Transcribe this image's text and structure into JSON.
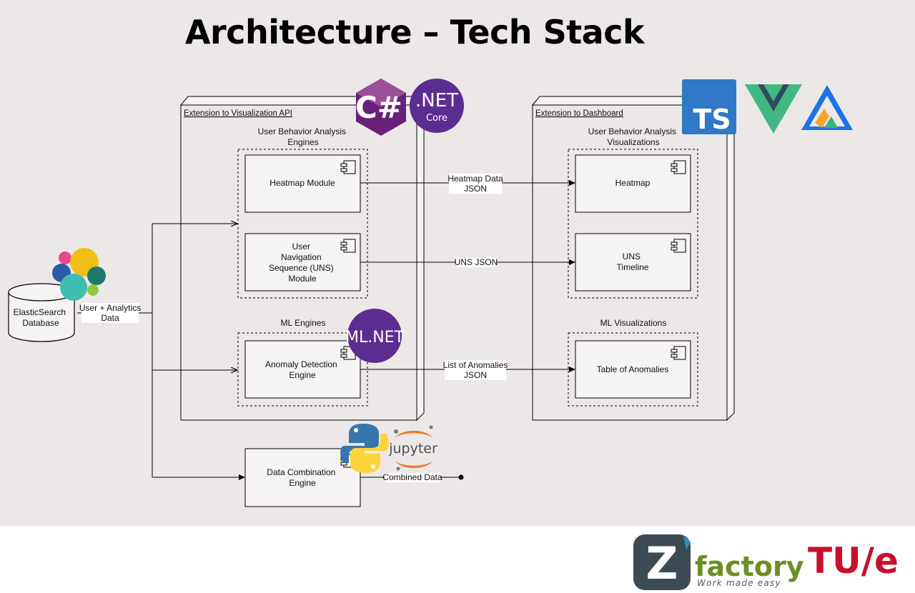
{
  "title": "Architecture – Tech Stack",
  "diagram": {
    "frames": {
      "api": "Extension to Visualization API",
      "dashboard": "Extension to Dashboard"
    },
    "groups": {
      "uba_engines": [
        "User Behavior Analysis",
        "Engines"
      ],
      "ml_engines": "ML Engines",
      "uba_visualizations": [
        "User Behavior Analysis",
        "Visualizations"
      ],
      "ml_visualizations": "ML Visualizations"
    },
    "modules": {
      "heatmap_module": [
        "Heatmap Module"
      ],
      "uns_module": [
        "User",
        "Navigation",
        "Sequence (UNS)",
        "Module"
      ],
      "anomaly_engine": [
        "Anomaly Detection",
        "Engine"
      ],
      "data_combination": [
        "Data Combination",
        "Engine"
      ],
      "heatmap": [
        "Heatmap"
      ],
      "uns_timeline": [
        "UNS",
        "Timeline"
      ],
      "table_of_anomalies": [
        "Table of Anomalies"
      ]
    },
    "database": [
      "ElasticSearch",
      "Database"
    ],
    "edges": {
      "db_output": [
        "User + Analytics",
        "Data"
      ],
      "heatmap_data": [
        "Heatmap Data",
        "JSON"
      ],
      "uns_json": [
        "UNS JSON"
      ],
      "anomalies": [
        "List of Anomalies",
        "JSON"
      ],
      "combined": [
        "Combined Data"
      ]
    }
  },
  "logos": {
    "csharp": "C#",
    "dotnet": [
      ".NET",
      "Core"
    ],
    "typescript": "TS",
    "mlnet": "ML.NET",
    "jupyter": "jupyter",
    "zfactory": [
      "factory",
      "Work made easy"
    ],
    "tue": "TU/e",
    "zfactory_mark": "Z"
  },
  "colors": {
    "slide_bg": "#ede8e8",
    "dotnet_purple": "#5c2d91",
    "ts_blue": "#3178c6",
    "vue_green": "#41b883",
    "vue_dark": "#34495e",
    "jupyter_orange": "#f37726",
    "zfactory_green": "#6b8e23",
    "tue_red": "#c8102e"
  }
}
